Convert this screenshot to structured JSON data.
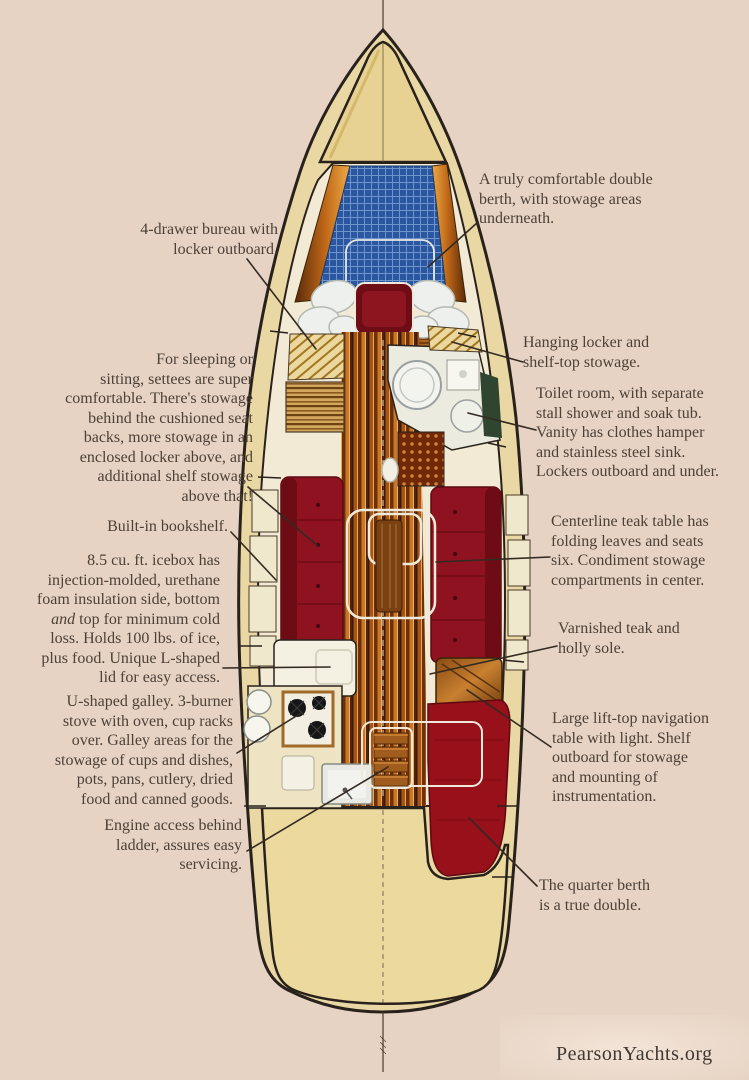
{
  "page": {
    "footer": "PearsonYachts.org",
    "palette": {
      "background": "#e6d3c4",
      "hull_deck": "#ead8a4",
      "interior": "#f2ead4",
      "cockpit": "#ecd99e",
      "settee_red": "#8e1220",
      "quarter_berth_red": "#98101a",
      "vberth_blue": "#2a57a0",
      "teak_orange": "#c87828",
      "teak_dark": "#58280a",
      "outline_ink": "#29221c",
      "text_ink": "#4c4037"
    }
  },
  "annotations": {
    "bureau": {
      "text": "4-drawer bureau with\nlocker outboard."
    },
    "settees": {
      "text": "For sleeping or\nsitting, settees are super\ncomfortable. There's stowage\nbehind the cushioned seat\nbacks, more stowage in an\nenclosed locker above, and\nadditional shelf stowage\nabove that!"
    },
    "bookshelf": {
      "text": "Built-in bookshelf."
    },
    "icebox": {
      "part1": "8.5 cu. ft. icebox has\ninjection-molded, urethane\nfoam insulation side, bottom\n",
      "italic": "and",
      "part2": " top for minimum cold\nloss. Holds 100 lbs. of ice,\nplus food. Unique L-shaped\nlid for easy access."
    },
    "galley": {
      "text": "U-shaped galley. 3-burner\nstove with oven, cup racks\nover. Galley areas for the\nstowage of cups and dishes,\npots, pans, cutlery, dried\nfood and canned goods."
    },
    "engine": {
      "text": "Engine access behind\nladder, assures easy\nservicing."
    },
    "double_berth": {
      "text": "A truly comfortable double\nberth, with stowage areas\nunderneath."
    },
    "hanging_locker": {
      "text": "Hanging locker and\nshelf-top stowage."
    },
    "toilet_room": {
      "text": "Toilet room, with separate\nstall shower and soak tub.\nVanity has clothes hamper\nand stainless steel sink.\nLockers outboard and under."
    },
    "table": {
      "text": "Centerline teak table has\nfolding leaves and seats\nsix. Condiment stowage\ncompartments in center."
    },
    "sole": {
      "text": "Varnished teak and\nholly sole."
    },
    "nav_table": {
      "text": "Large lift-top navigation\ntable with light. Shelf\noutboard for stowage\nand mounting of\ninstrumentation."
    },
    "quarter_berth": {
      "text": "The quarter berth\nis a true double."
    }
  }
}
